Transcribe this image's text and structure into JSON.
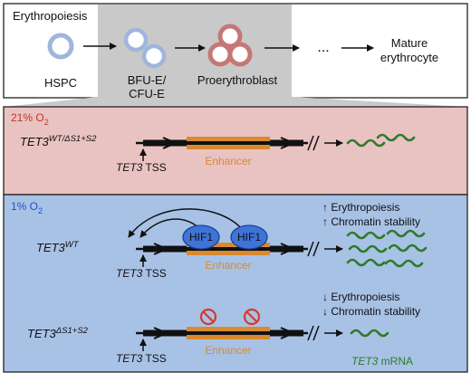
{
  "colors": {
    "normoxia_panel": "#e9c3c2",
    "hypoxia_panel": "#a8c2e6",
    "zoom_gray": "#c9c9c9",
    "enhancer": "#d98a2e",
    "hif": "#3f73d8",
    "red_label": "#c7322a",
    "blue_label": "#1f4fd0",
    "mrna": "#2f7a2a",
    "cell_blue": "#9fb6dc",
    "cell_red": "#c47777",
    "block": "#d33a2c"
  },
  "top": {
    "title": "Erythropoiesis",
    "stages": {
      "hspc": "HSPC",
      "bfu_1": "BFU-E/",
      "bfu_2": "CFU-E",
      "proery": "Proerythroblast",
      "ellipsis": "...",
      "mature_1": "Mature",
      "mature_2": "erythrocyte"
    }
  },
  "normoxia": {
    "o2_a": "21% O",
    "o2_sub": "2",
    "gene": "TET3",
    "gene_sup": "WT/ΔS1+S2",
    "tss_gene": "TET3",
    "tss": " TSS",
    "enhancer": "Enhancer"
  },
  "hypoxia": {
    "o2_a": "1% O",
    "o2_sub": "2",
    "wt": {
      "gene": "TET3",
      "sup": "WT",
      "hif_1": "HIF1",
      "hif_2": "HIF1",
      "tss_gene": "TET3",
      "tss": " TSS",
      "enhancer": "Enhancer",
      "up_1": "↑ Erythropoiesis",
      "up_2": "↑ Chromatin stability"
    },
    "del": {
      "gene": "TET3",
      "sup": "ΔS1+S2",
      "tss_gene": "TET3",
      "tss": " TSS",
      "enhancer": "Enhancer",
      "down_1": "↓ Erythropoiesis",
      "down_2": "↓ Chromatin stability",
      "mrna_gene": "TET3",
      "mrna": " mRNA"
    }
  }
}
